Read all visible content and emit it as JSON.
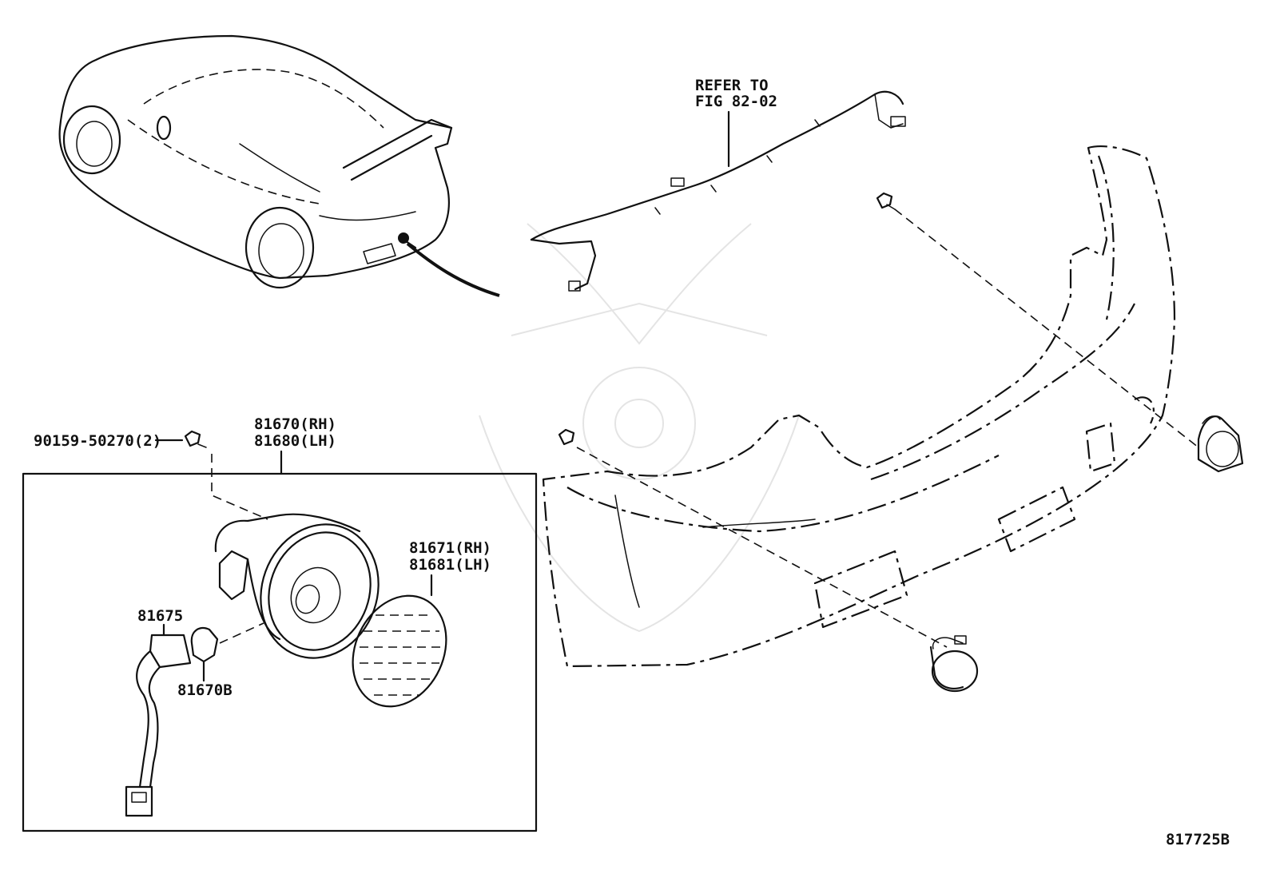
{
  "labels": {
    "refer_line1": "REFER TO",
    "refer_line2": "FIG 82-02",
    "bolt": "90159-50270(2)",
    "lamp_rh": "81670(RH)",
    "lamp_lh": "81680(LH)",
    "lens_rh": "81671(RH)",
    "lens_lh": "81681(LH)",
    "socket": "81675",
    "bulb": "81670B",
    "figure_id": "817725B"
  }
}
